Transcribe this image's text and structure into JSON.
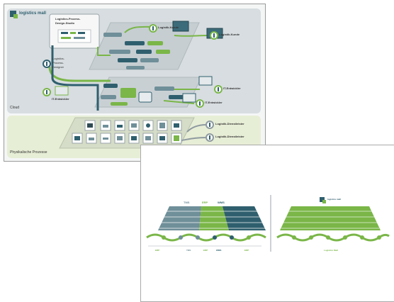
{
  "panel1": {
    "brand": "logistics mall",
    "studio_title_line1": "Logistics-Prozess-",
    "studio_title_line2": "Design-Studio",
    "designer_line1": "Logistics-",
    "designer_line2": "Process-",
    "designer_line3": "Designer",
    "customer_1": "Logistik-Kunde",
    "customer_2": "Logistik-Kunde",
    "it_developer_left": "IT-Entwickler",
    "it_developer_right_1": "IT-Entwickler",
    "it_developer_right_2": "IT-Entwickler",
    "cloud_label": "Cloud",
    "provider_1": "Logistik-Dienstleister",
    "provider_2": "Logistik-Dienstleister",
    "physical_label": "Physikalische Prozesse"
  },
  "panel2": {
    "tms": "TMS",
    "erp": "ERP",
    "wms": "WMS",
    "erp_bottom_1": "ERP",
    "tms_bottom": "TMS",
    "erp_bottom_2": "ERP",
    "wms_bottom": "WMS",
    "erp_bottom_3": "ERP",
    "right_brand": "logistics mall",
    "right_bottom": "Logistics Mall"
  },
  "colors": {
    "green": "#7ab648",
    "dark_teal": "#2f5f6e",
    "grey_teal": "#6f8f99",
    "cloud_bg": "#d7dde0",
    "physical_bg": "#e7eed6"
  }
}
